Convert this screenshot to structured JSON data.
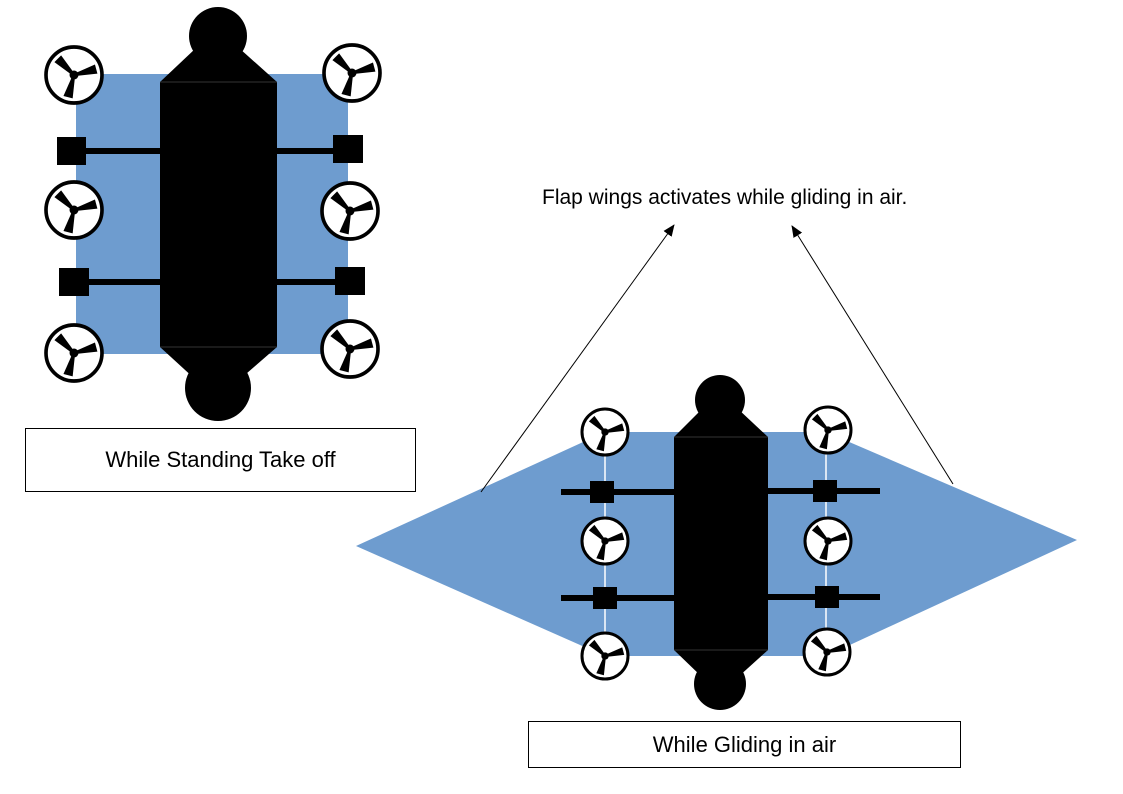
{
  "diagram": {
    "standing_caption": "While Standing Take off",
    "gliding_caption": "While Gliding in air",
    "annotation": "Flap wings activates while gliding in air."
  },
  "colors": {
    "wing_fill": "#6e9ccf",
    "body_fill": "#000000",
    "rotor_ring": "#000000",
    "caption_border": "#000000"
  },
  "icons": {
    "rotor": "three-blade-propeller-icon",
    "motor": "square-motor-block"
  }
}
